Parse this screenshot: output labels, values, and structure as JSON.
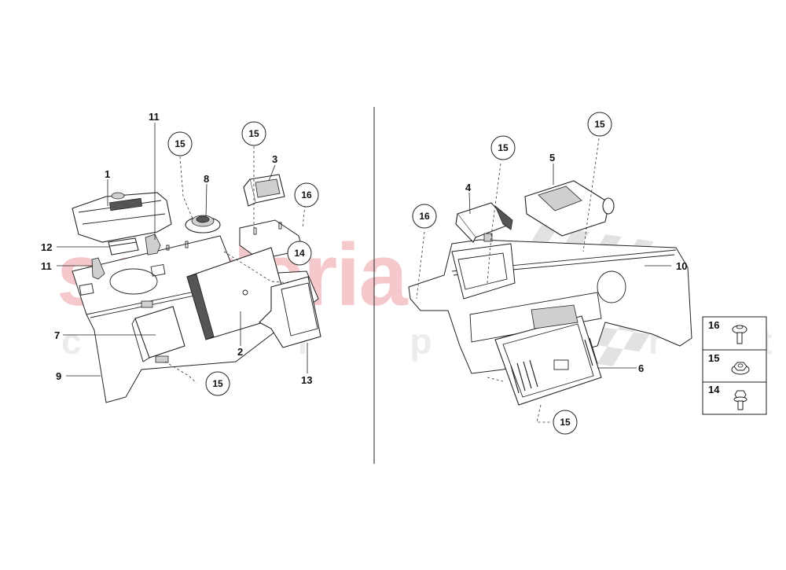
{
  "diagram": {
    "type": "exploded parts diagram",
    "watermark": {
      "primary": "scuderia",
      "secondary": "c a r p a r t",
      "primary_color": "#f5c9cb",
      "secondary_color": "#ececec"
    },
    "left_panel": {
      "labels": [
        {
          "id": "1",
          "text": "1"
        },
        {
          "id": "2",
          "text": "2"
        },
        {
          "id": "3",
          "text": "3"
        },
        {
          "id": "7",
          "text": "7"
        },
        {
          "id": "8",
          "text": "8"
        },
        {
          "id": "9",
          "text": "9"
        },
        {
          "id": "11a",
          "text": "11"
        },
        {
          "id": "11b",
          "text": "11"
        },
        {
          "id": "12",
          "text": "12"
        },
        {
          "id": "13",
          "text": "13"
        }
      ],
      "callouts": [
        {
          "id": "c15a",
          "text": "15"
        },
        {
          "id": "c15b",
          "text": "15"
        },
        {
          "id": "c15c",
          "text": "15"
        },
        {
          "id": "c16",
          "text": "16"
        },
        {
          "id": "c14",
          "text": "14"
        }
      ]
    },
    "right_panel": {
      "labels": [
        {
          "id": "4",
          "text": "4"
        },
        {
          "id": "5",
          "text": "5"
        },
        {
          "id": "6",
          "text": "6"
        },
        {
          "id": "10",
          "text": "10"
        }
      ],
      "callouts": [
        {
          "id": "c15a",
          "text": "15"
        },
        {
          "id": "c15b",
          "text": "15"
        },
        {
          "id": "c15c",
          "text": "15"
        },
        {
          "id": "c16",
          "text": "16"
        }
      ]
    },
    "fastener_legend": [
      {
        "number": "16",
        "part": "flange bolt"
      },
      {
        "number": "15",
        "part": "flange nut"
      },
      {
        "number": "14",
        "part": "hex bolt"
      }
    ]
  }
}
